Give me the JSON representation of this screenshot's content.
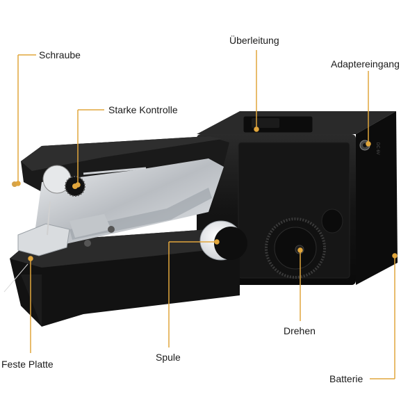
{
  "labels": {
    "schraube": "Schraube",
    "starke_kontrolle": "Starke Kontrolle",
    "ueberleitung": "Überleitung",
    "adaptereingang": "Adaptereingang",
    "spule": "Spule",
    "drehen": "Drehen",
    "feste_platte": "Feste Platte",
    "batterie": "Batterie",
    "dc_marking": "DC 6V"
  },
  "colors": {
    "leader_line": "#e1a63c",
    "body": "#141414",
    "body_edge": "#2a2a2a",
    "metal": "#c9ccd0",
    "text": "#1a1a1a"
  }
}
